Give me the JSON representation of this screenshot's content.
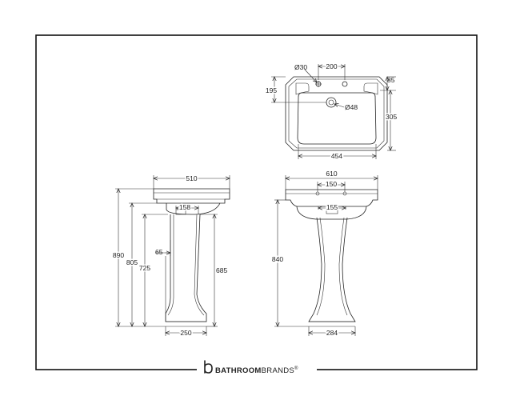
{
  "dimensions": {
    "top_view": {
      "tap_hole_diameter": "Ø30",
      "tap_hole_spacing": "200",
      "waste_diameter": "Ø48",
      "front_to_waste": "195",
      "back_depth": "85",
      "basin_depth": "305",
      "basin_width": "454"
    },
    "side_view": {
      "depth": "510",
      "overall_height": "890",
      "rim_height": "805",
      "bowl_bottom_height": "725",
      "waste_offset": "158",
      "pedestal_foot_offset": "65",
      "pedestal_height": "685",
      "pedestal_foot_width": "250"
    },
    "front_view": {
      "width": "610",
      "tap_span": "150",
      "waste_span": "155",
      "height": "840",
      "pedestal_foot_width": "284"
    }
  },
  "brand": {
    "name_bold": "BATHROOM",
    "name_light": "BRANDS",
    "mark": "®"
  }
}
